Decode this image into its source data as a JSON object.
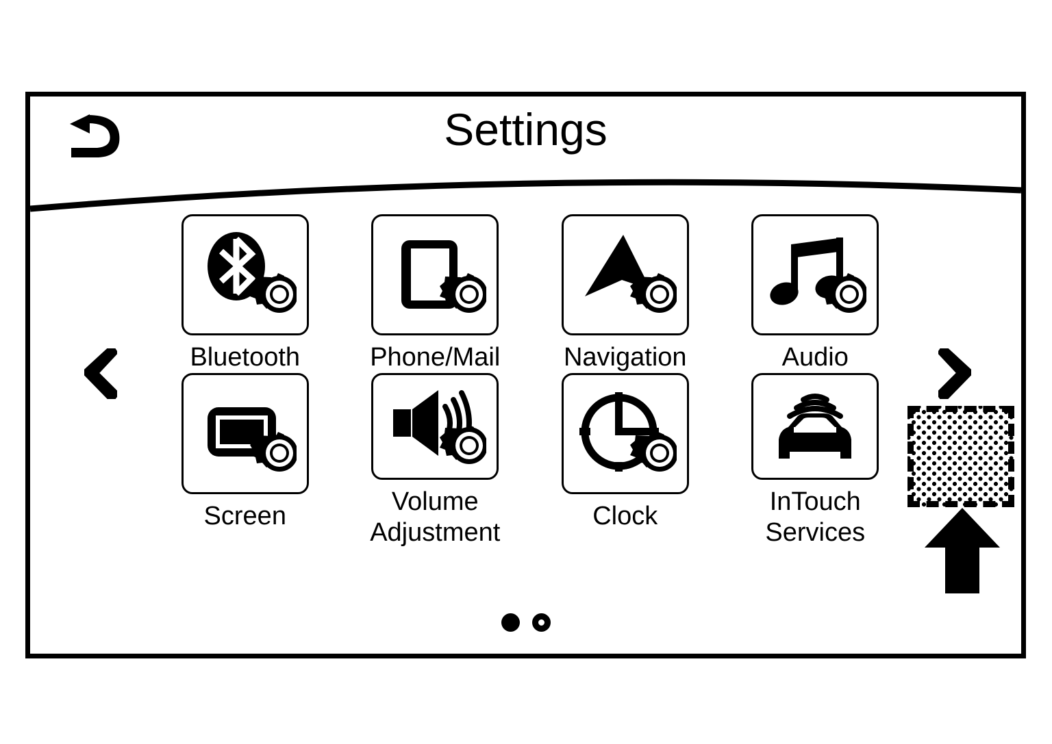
{
  "header": {
    "title": "Settings",
    "back_icon": "back-arrow-icon"
  },
  "navigation": {
    "prev_icon": "chevron-left-icon",
    "next_icon": "chevron-right-icon"
  },
  "tiles": [
    {
      "label": "Bluetooth",
      "icon": "bluetooth-gear-icon"
    },
    {
      "label": "Phone/Mail",
      "icon": "phone-gear-icon"
    },
    {
      "label": "Navigation",
      "icon": "navigation-arrow-gear-icon"
    },
    {
      "label": "Audio",
      "icon": "music-note-gear-icon"
    },
    {
      "label": "Screen",
      "icon": "screen-gear-icon"
    },
    {
      "label": "Volume\nAdjustment",
      "icon": "speaker-gear-icon"
    },
    {
      "label": "Clock",
      "icon": "clock-gear-icon"
    },
    {
      "label": "InTouch\nServices",
      "icon": "connected-car-icon"
    }
  ],
  "pagination": {
    "total_pages": 2,
    "current_page": 1
  },
  "annotation": {
    "highlight_label": "dashed-hatched-placeholder",
    "pointer_label": "up-arrow-pointer"
  },
  "colors": {
    "ink": "#000000",
    "background": "#ffffff"
  }
}
